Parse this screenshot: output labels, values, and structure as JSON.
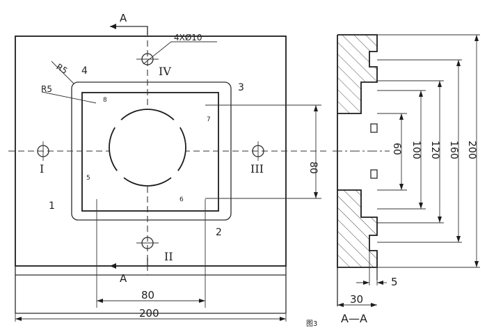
{
  "section_marks": {
    "top": "A",
    "bottom": "A"
  },
  "callouts": {
    "holes": "4XØ10",
    "fillet_outer": "R5",
    "fillet_inner": "R5"
  },
  "corner_labels": {
    "c1": "1",
    "c2": "2",
    "c3": "3",
    "c4": "4"
  },
  "hole_labels": {
    "h1": "I",
    "h2": "II",
    "h3": "III",
    "h4": "IV"
  },
  "small_labels": {
    "s5": "5",
    "s6": "6",
    "s7": "7",
    "s8": "8"
  },
  "front_dims": {
    "d80_width": "80",
    "d200_width": "200",
    "d80_height": "80"
  },
  "section_dims": {
    "d60": "60",
    "d100": "100",
    "d120": "120",
    "d160": "160",
    "d200": "200",
    "d5": "5",
    "d30": "30"
  },
  "section_title": "A—A",
  "figure_caption": "图3"
}
